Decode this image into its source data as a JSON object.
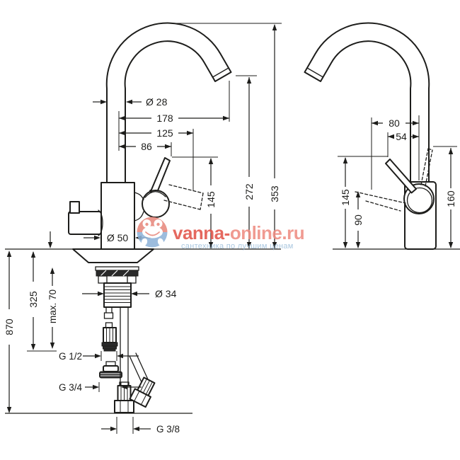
{
  "front_view": {
    "dims": {
      "spout_diameter": "Ø 28",
      "spout_reach": "178",
      "len_125": "125",
      "len_86": "86",
      "outlet_height": "272",
      "total_height": "353",
      "handle_height": "145",
      "base_diameter": "Ø 50",
      "shank_diameter": "Ø 34",
      "hose_len_325": "325",
      "max_deck_thickness": "max. 70",
      "hose_len_870": "870",
      "thread_g12": "G 1/2",
      "thread_g34": "G 3/4",
      "thread_g38": "G 3/8"
    }
  },
  "side_view": {
    "dims": {
      "len_80": "80",
      "len_54": "54",
      "handle_up_height": "160",
      "handle_height": "145",
      "body_height": "90"
    }
  },
  "watermark": {
    "brand_primary": "vanna-",
    "brand_secondary": "online.ru",
    "tagline": "сантехника по лучшим ценам",
    "color_red": "#e2544a",
    "color_red_light": "#ef8d82",
    "color_blue": "#9fc0dc"
  },
  "drawing": {
    "line_color": "#1d1d1b",
    "background": "#ffffff"
  }
}
